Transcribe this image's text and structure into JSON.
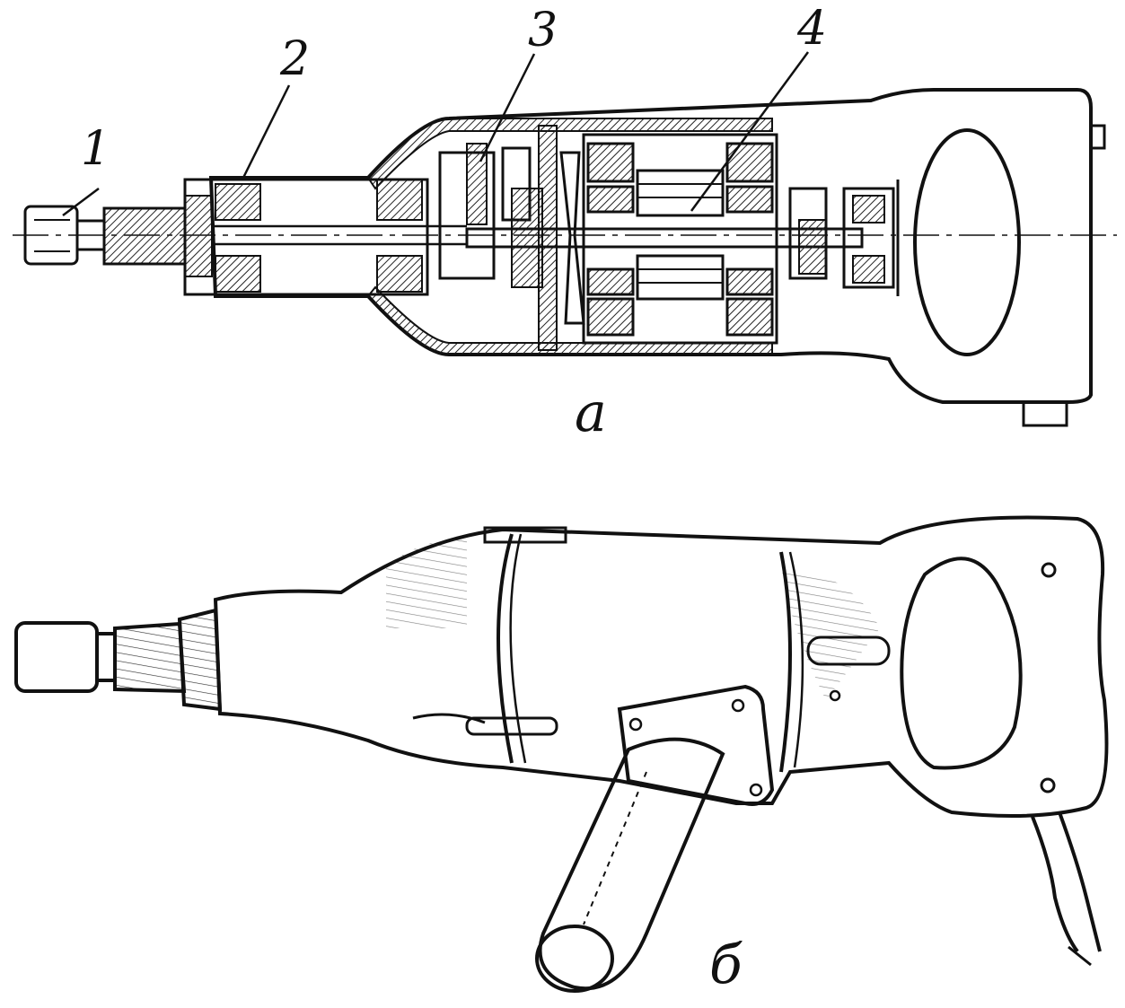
{
  "labels": {
    "part1": "1",
    "part2": "2",
    "part3": "3",
    "part4": "4",
    "view_a": "a",
    "view_b": "б"
  },
  "colors": {
    "ink": "#111111",
    "paper": "#ffffff",
    "hatch": "#222222"
  }
}
